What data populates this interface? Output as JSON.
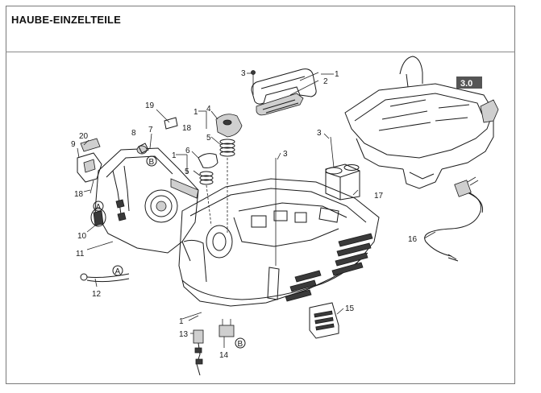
{
  "header": {
    "title": "HAUBE-EINZELTEILE"
  },
  "badge": "3.0",
  "callouts": {
    "c1a": "1",
    "c2": "2",
    "c3a": "3",
    "c3b": "3",
    "c3c": "3",
    "c19": "19",
    "c18a": "18",
    "c1b": "1",
    "c4": "4",
    "c5a": "5",
    "c8": "8",
    "c7": "7",
    "c20": "20",
    "c9": "9",
    "c1c": "1",
    "c6": "6",
    "c5b": "5",
    "c18b": "18",
    "c10": "10",
    "c11": "11",
    "c12": "12",
    "c17": "17",
    "c16": "16",
    "c15": "15",
    "c1d": "1",
    "c13": "13",
    "c14": "14",
    "mA1": "A",
    "mB1": "B",
    "mA2": "A",
    "mB2": "B"
  }
}
